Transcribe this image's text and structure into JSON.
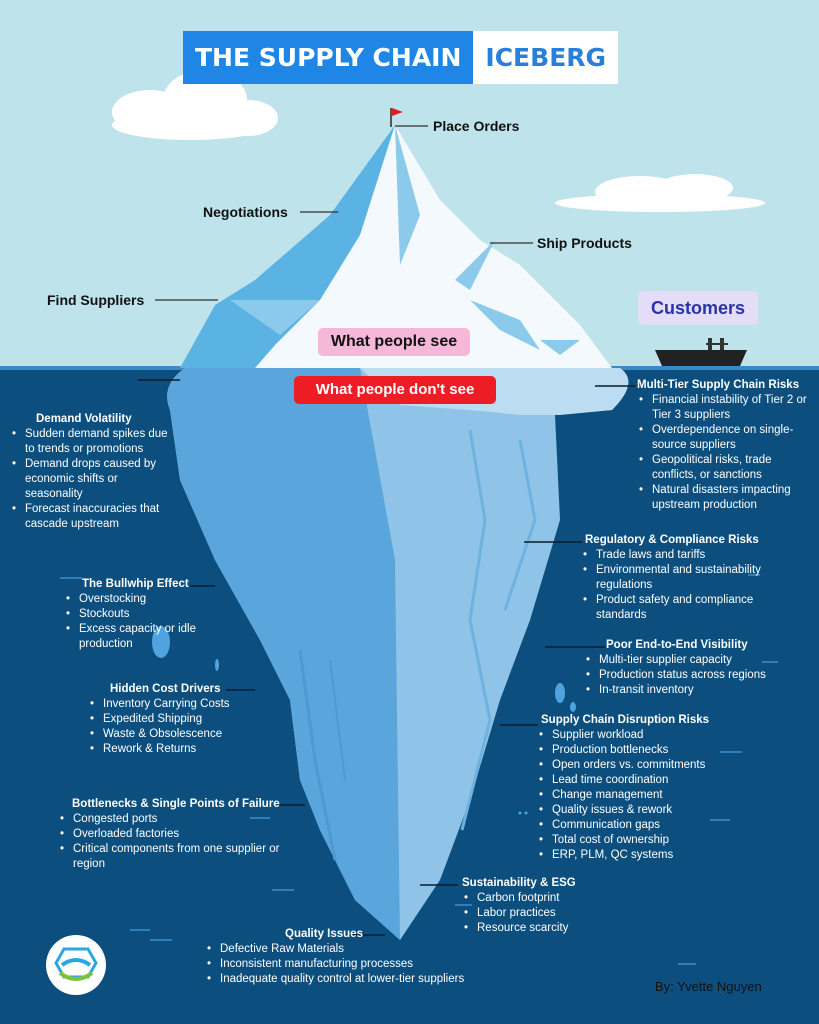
{
  "title": {
    "part1": "THE SUPPLY CHAIN",
    "part2": "ICEBERG"
  },
  "above": {
    "place_orders": "Place Orders",
    "negotiations": "Negotiations",
    "ship_products": "Ship Products",
    "find_suppliers": "Find Suppliers",
    "what_people_see": "What people see",
    "customers": "Customers"
  },
  "below": {
    "what_people_dont_see": "What people don't see"
  },
  "sections": {
    "demand_volatility": {
      "title": "Demand Volatility",
      "items": [
        "Sudden demand spikes due to trends or promotions",
        "Demand drops caused by economic shifts or seasonality",
        "Forecast inaccuracies that cascade upstream"
      ]
    },
    "bullwhip": {
      "title": "The Bullwhip Effect",
      "items": [
        "Overstocking",
        "Stockouts",
        "Excess capacity or idle production"
      ]
    },
    "hidden_costs": {
      "title": "Hidden Cost Drivers",
      "items": [
        "Inventory Carrying Costs",
        "Expedited Shipping",
        "Waste & Obsolescence",
        "Rework & Returns"
      ]
    },
    "bottlenecks": {
      "title": "Bottlenecks & Single Points of Failure",
      "items": [
        "Congested ports",
        "Overloaded factories",
        "Critical components from one supplier or region"
      ]
    },
    "quality": {
      "title": "Quality Issues",
      "items": [
        "Defective Raw Materials",
        "Inconsistent manufacturing processes",
        "Inadequate quality control at lower-tier suppliers"
      ]
    },
    "multi_tier": {
      "title": "Multi-Tier Supply Chain Risks",
      "items": [
        "Financial instability of Tier 2 or Tier 3 suppliers",
        "Overdependence on single-source suppliers",
        "Geopolitical risks, trade conflicts, or sanctions",
        "Natural disasters impacting upstream production"
      ]
    },
    "regulatory": {
      "title": "Regulatory & Compliance Risks",
      "items": [
        "Trade laws and tariffs",
        "Environmental and sustainability regulations",
        "Product safety and compliance standards"
      ]
    },
    "visibility": {
      "title": "Poor End-to-End Visibility",
      "items": [
        "Multi-tier supplier capacity",
        "Production status across regions",
        "In-transit inventory"
      ]
    },
    "disruption": {
      "title": "Supply Chain Disruption Risks",
      "items": [
        "Supplier workload",
        "Production bottlenecks",
        "Open orders vs. commitments",
        "Lead time coordination",
        "Change management",
        "Quality issues & rework",
        "Communication gaps",
        "Total cost of ownership",
        "ERP, PLM, QC systems"
      ]
    },
    "sustainability": {
      "title": "Sustainability & ESG",
      "items": [
        "Carbon footprint",
        "Labor practices",
        "Resource scarcity"
      ]
    }
  },
  "author": "By: Yvette Nguyen",
  "colors": {
    "sky": "#bfe3ea",
    "ocean": "#0c4f7e",
    "title_blue": "#1f86e6",
    "see_pill": "#f5b8d8",
    "dont_see_pill": "#ee1c24",
    "customers_pill": "#e4ddf7"
  },
  "icons": {
    "flag": "red-flag-icon",
    "ship": "cargo-ship-icon",
    "logo": "company-logo-icon"
  }
}
